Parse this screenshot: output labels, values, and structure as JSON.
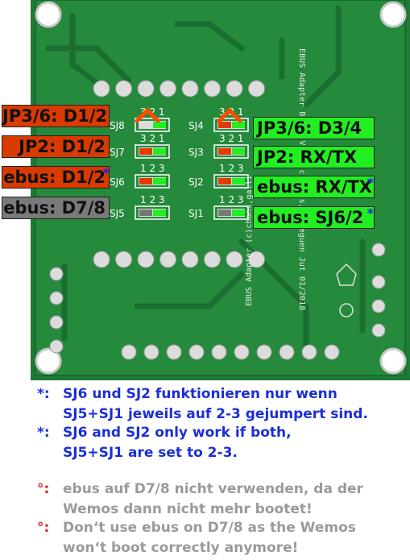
{
  "board": {
    "silkscreen": {
      "top_right": "EBUS Adapter Board V2.1 (c)chons,galleguen Jut 01/2018",
      "bottom_right": "EBUS Adapter (c)chons,galli"
    },
    "jumpers_left": [
      {
        "id": "SJ8",
        "pins": "3 2 1"
      },
      {
        "id": "SJ7",
        "pins": "3 2 1"
      },
      {
        "id": "SJ6",
        "pins": "1 2 3"
      },
      {
        "id": "SJ5",
        "pins": "1 2 3"
      }
    ],
    "jumpers_right": [
      {
        "id": "SJ4",
        "pins": "3 2 1"
      },
      {
        "id": "SJ3",
        "pins": "3 2 1"
      },
      {
        "id": "SJ2",
        "pins": "1 2 3"
      },
      {
        "id": "SJ1",
        "pins": "1 2 3"
      }
    ],
    "colors": {
      "pcb": "#1e7a34",
      "pcb_dark": "#15602a",
      "copper": "#dcdcdc",
      "arrow": "#ff4a00"
    }
  },
  "labels_left": [
    {
      "text": "JP3/6: D1/2",
      "color": "red",
      "star": ""
    },
    {
      "text": "JP2: D1/2",
      "color": "red",
      "star": ""
    },
    {
      "text": "ebus: D1/2",
      "color": "red",
      "star": "*"
    },
    {
      "text": "ebus: D7/8",
      "color": "gray",
      "star": ""
    }
  ],
  "labels_right": [
    {
      "text": "JP3/6: D3/4",
      "star": ""
    },
    {
      "text": "JP2: RX/TX",
      "star": ""
    },
    {
      "text": "ebus: RX/TX",
      "star": "*"
    },
    {
      "text": "ebus: SJ6/2",
      "star": "*"
    }
  ],
  "notes": [
    {
      "mark": "*:",
      "lines": [
        "SJ6 und SJ2 funktionieren nur wenn",
        "SJ5+SJ1 jeweils auf 2-3 gejumpert sind."
      ],
      "style": "blue"
    },
    {
      "mark": "*:",
      "lines": [
        "SJ6 and SJ2 only work if both,",
        "SJ5+SJ1 are set to 2-3."
      ],
      "style": "blue"
    },
    {
      "mark": "°:",
      "lines": [
        "ebus auf D7/8 nicht verwenden, da der",
        "Wemos dann nicht mehr bootet!"
      ],
      "style": "gray"
    },
    {
      "mark": "°:",
      "lines": [
        "Don‘t use ebus on D7/8 as the Wemos",
        "won‘t boot correctly anymore!"
      ],
      "style": "gray"
    }
  ]
}
